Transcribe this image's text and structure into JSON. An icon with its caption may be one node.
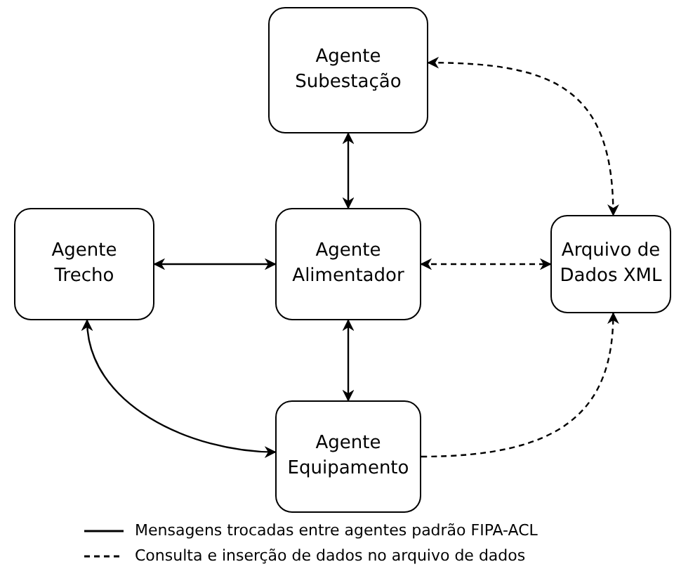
{
  "diagram": {
    "nodes": [
      {
        "text": [
          "Agente Subestação"
        ]
      },
      {
        "text": [
          "Agente Trecho"
        ]
      },
      {
        "text": [
          "Agente Alimentador"
        ]
      },
      {
        "text": [
          "Arquivo de Dados XML"
        ]
      },
      {
        "text": [
          "Agente Equipamento"
        ]
      }
    ],
    "edges": [
      {
        "from": 0,
        "to": 2,
        "arrow": "both"
      },
      {
        "from": 1,
        "to": 2,
        "arrow": "both"
      },
      {
        "from": 2,
        "to": 3,
        "arrow": "both",
        "style": "dashed"
      },
      {
        "from": 2,
        "to": 4,
        "arrow": "both"
      },
      {
        "from": 1,
        "to": 4,
        "arrow": "both"
      },
      {
        "from": 0,
        "to": 3,
        "arrow": "both",
        "style": "dashed"
      },
      {
        "from": 4,
        "to": 3,
        "arrow": "to",
        "style": "dashed"
      }
    ],
    "legend": [
      {
        "text": "Mensagens trocadas entre agentes padrão FIPA-ACL"
      },
      {
        "text": "Consulta e inserção de dados no arquivo de dados"
      }
    ]
  }
}
